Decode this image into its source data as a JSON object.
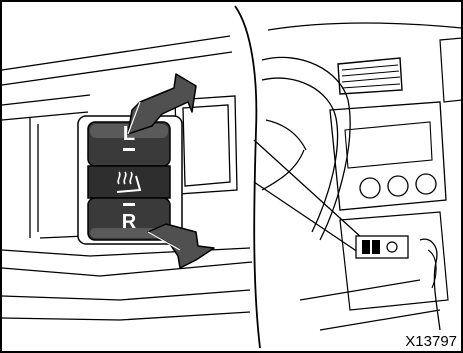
{
  "figure": {
    "switch_top_label": "L",
    "switch_bottom_label": "R",
    "heater_icon": "seat-heater-icon",
    "code": "X13797"
  },
  "colors": {
    "line": "#000000",
    "switch_dark": "#3a3a3a",
    "switch_mid": "#5a5a5a",
    "arrow_fill": "#505050",
    "background": "#ffffff"
  }
}
